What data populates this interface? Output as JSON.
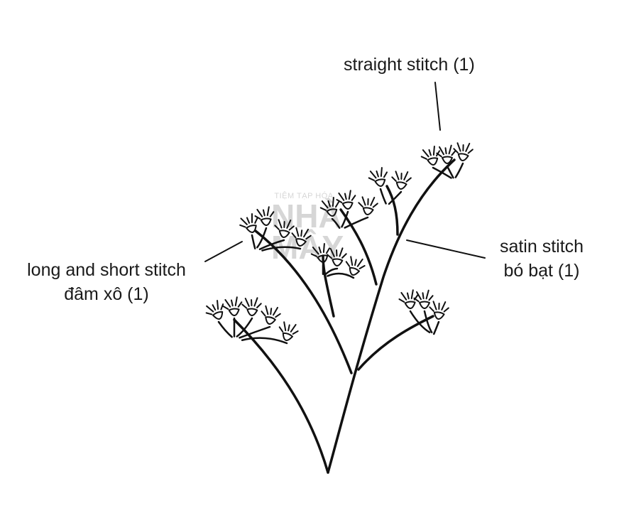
{
  "labels": {
    "straight": "straight stitch (1)",
    "long_line1": "long and short stitch",
    "long_line2": "đâm xô (1)",
    "satin_line1": "satin stitch",
    "satin_line2": "bó bạt (1)"
  },
  "watermark": {
    "small": "TIỆM TẠP HÓA",
    "line1": "NHÀ",
    "line2": "MÂY"
  },
  "colors": {
    "ink": "#111111",
    "watermark": "#c9c9c9",
    "background": "#ffffff"
  }
}
